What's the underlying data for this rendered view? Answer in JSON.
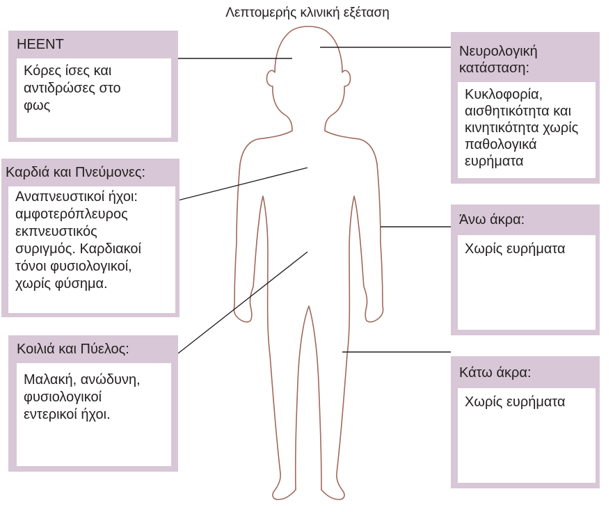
{
  "title": "Λεπτομερής κλινική εξέταση",
  "colors": {
    "panel": "#d8c7d6",
    "outline": "#a0685b",
    "line": "#231f20"
  },
  "panels": {
    "heent": {
      "label": "HEENT",
      "text": "Κόρες ίσες και\nαντιδρώσες στο\nφως"
    },
    "heart_lungs": {
      "label": "Καρδιά και Πνεύμονες:",
      "text": "Αναπνευστικοί ήχοι:\nαμφοτερόπλευρος\nεκπνευστικός\nσυριγμός. Καρδιακοί\nτόνοι φυσιολογικοί,\nχωρίς φύσημα."
    },
    "abdomen": {
      "label": "Κοιλιά και Πύελος:",
      "text": "Μαλακή, ανώδυνη,\nφυσιολογικοί\nεντερικοί ήχοι."
    },
    "neuro": {
      "label": "Νευρολογική\nκατάσταση:",
      "text": "Κυκλοφορία,\nαισθητικότητα και\nκινητικότητα χωρίς\nπαθολογικά\nευρήματα"
    },
    "upper": {
      "label": "Άνω άκρα:",
      "text": "Χωρίς ευρήματα"
    },
    "lower": {
      "label": "Κάτω άκρα:",
      "text": "Χωρίς ευρήματα"
    }
  }
}
